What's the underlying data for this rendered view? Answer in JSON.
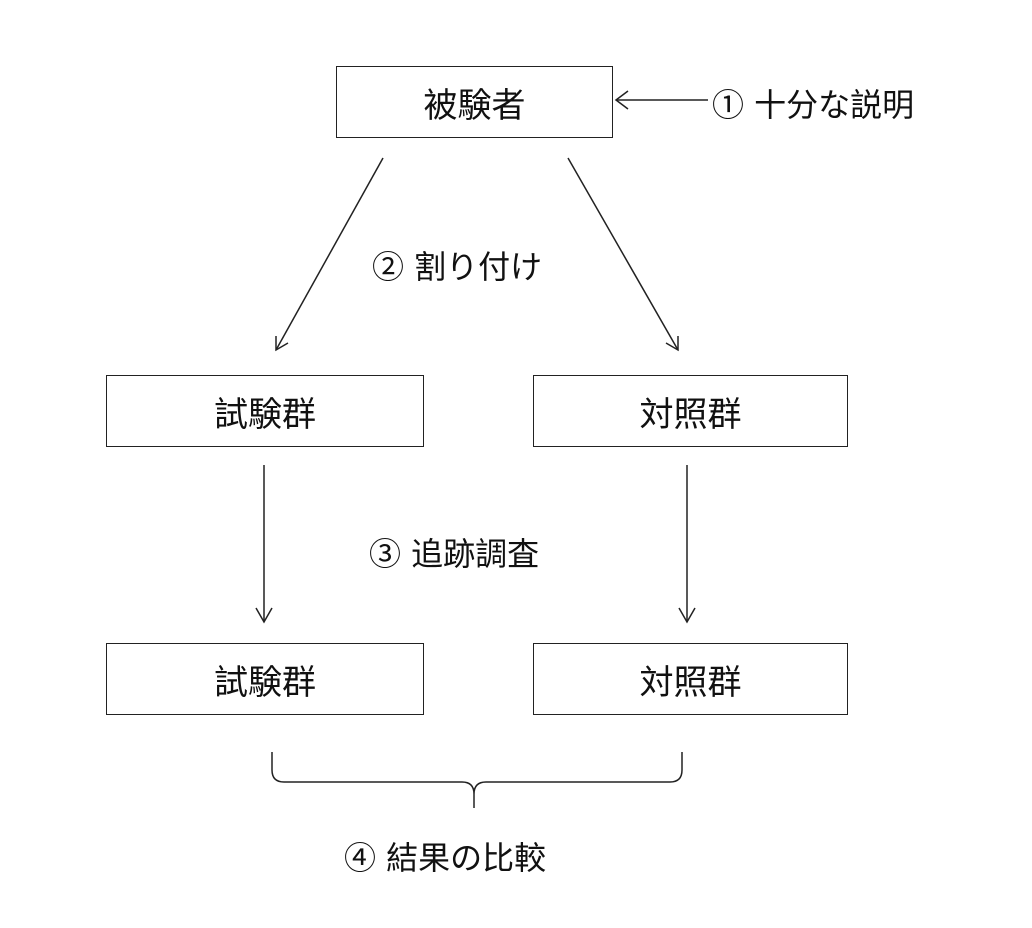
{
  "nodes": {
    "subject": "被験者",
    "test_group_1": "試験群",
    "control_group_1": "対照群",
    "test_group_2": "試験群",
    "control_group_2": "対照群"
  },
  "steps": {
    "step1": "① 十分な説明",
    "step2": "② 割り付け",
    "step3": "③ 追跡調査",
    "step4": "④ 結果の比較"
  },
  "colors": {
    "line": "#222222",
    "background": "#ffffff"
  }
}
